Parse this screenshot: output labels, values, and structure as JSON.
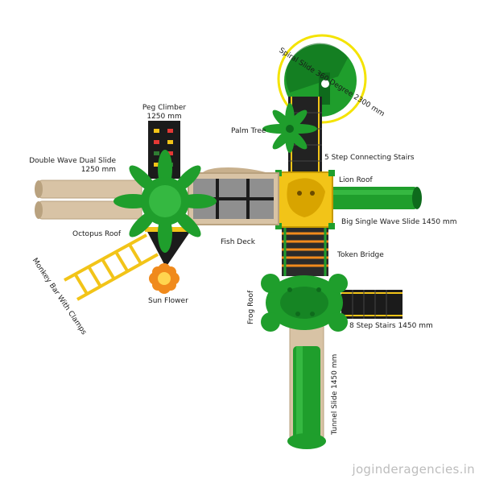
{
  "colors": {
    "green": "#1f9e2c",
    "dark_green": "#0e6b1c",
    "yellow": "#f2c418",
    "beige": "#d8c3a5",
    "beige_dark": "#b9a27f",
    "black": "#1b1b1b",
    "orange": "#f08a1c",
    "halo_yellow": "#f4e300"
  },
  "labels": {
    "spiral_slide": "Spiral Slide 360 Degree 2300 mm",
    "peg_climber": "Peg Climber",
    "peg_climber_size": "1250 mm",
    "palm_tree": "Palm Tree",
    "five_step_stairs": "5 Step Connecting Stairs",
    "double_wave_slide": "Double Wave Dual Slide",
    "double_wave_slide_size": "1250 mm",
    "lion_roof": "Lion Roof",
    "big_single_wave_slide": "Big Single Wave Slide 1450 mm",
    "octopus_roof": "Octopus Roof",
    "fish_deck": "Fish Deck",
    "token_bridge": "Token Bridge",
    "monkey_bar": "Monkey Bar With Clamps",
    "sun_flower": "Sun Flower",
    "frog_roof": "Frog Roof",
    "eight_step_stairs": "8 Step Stairs 1450 mm",
    "tunnel_slide": "Tunnel Slide 1450 mm"
  },
  "watermark": "joginderagencies.in"
}
